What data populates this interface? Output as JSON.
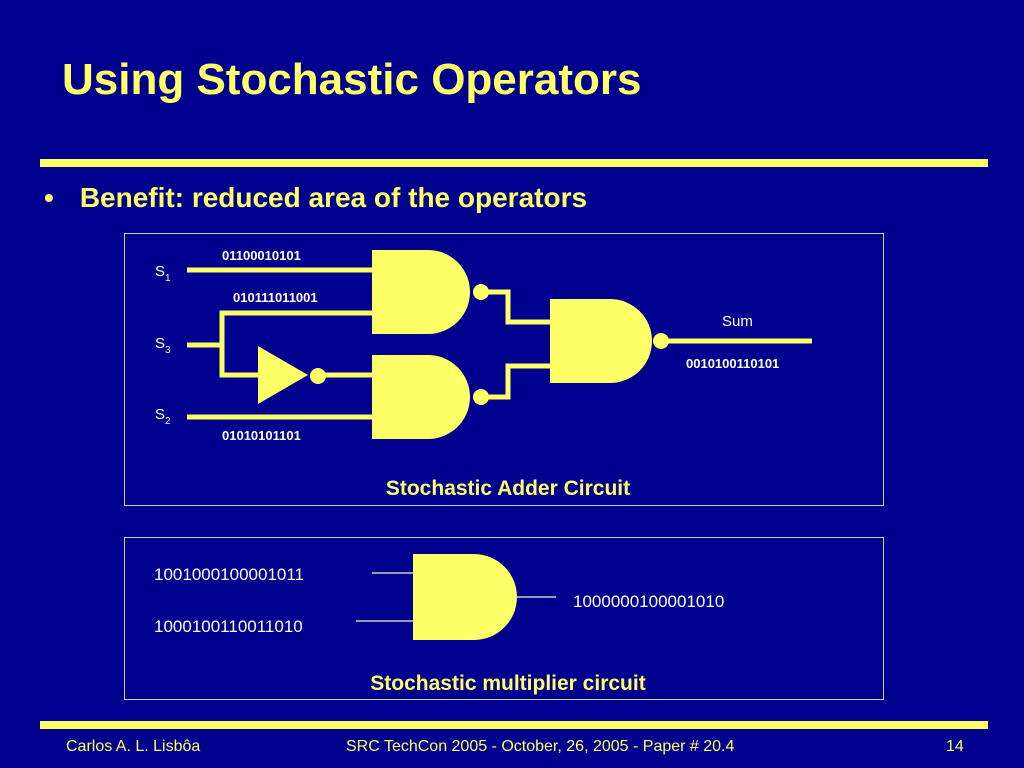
{
  "slide": {
    "title": "Using Stochastic Operators",
    "bullet_marker": "•",
    "bullet_text": "Benefit: reduced area of the operators"
  },
  "adder": {
    "caption": "Stochastic Adder Circuit",
    "s1_label": "S",
    "s1_sub": "1",
    "s3_label": "S",
    "s3_sub": "3",
    "s2_label": "S",
    "s2_sub": "2",
    "s1_bits": "01100010101",
    "s3_bits": "010111011001",
    "s2_bits": "01010101101",
    "sum_label": "Sum",
    "sum_bits": "0010100110101"
  },
  "multiplier": {
    "caption": "Stochastic multiplier circuit",
    "input_a": "1001000100001011",
    "input_b": "1000100110011010",
    "output": "1000000100001010"
  },
  "footer": {
    "author": "Carlos A. L. Lisbôa",
    "conference": "SRC TechCon 2005 - October, 26, 2005 - Paper # 20.4",
    "page": "14"
  },
  "colors": {
    "background": "#00008f",
    "accent": "#ffff66",
    "text_white": "#ffffff"
  }
}
